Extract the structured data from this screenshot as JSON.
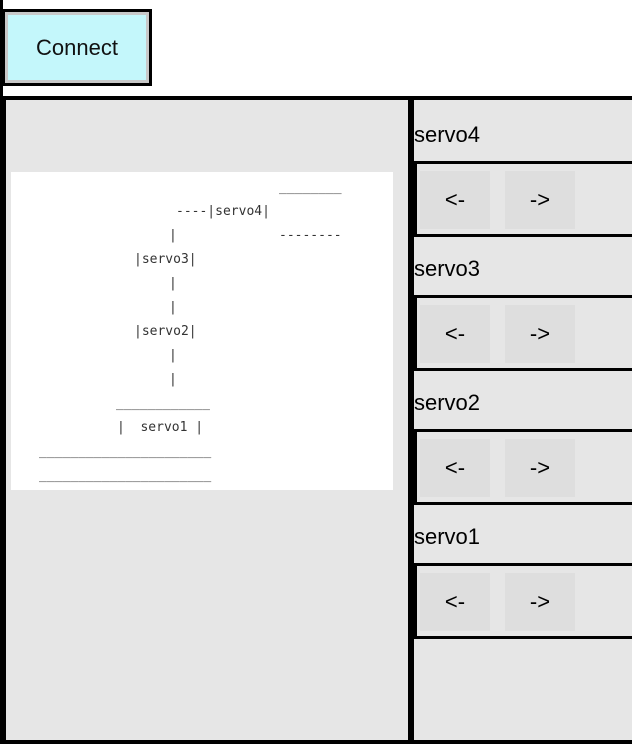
{
  "header": {
    "connect_label": "Connect"
  },
  "diagram": {
    "servo4_top_bar": "________",
    "servo4_line": "----|servo4|",
    "servo4_bottom_bar": "--------",
    "pipe": "|",
    "servo3_line": "|servo3|",
    "servo2_line": "|servo2|",
    "servo1_top_bar": "____________",
    "servo1_line": "|  servo1 |",
    "base_bar": "______________________"
  },
  "servos": [
    {
      "label": "servo4",
      "left_label": "<-",
      "right_label": "->"
    },
    {
      "label": "servo3",
      "left_label": "<-",
      "right_label": "->"
    },
    {
      "label": "servo2",
      "left_label": "<-",
      "right_label": "->"
    },
    {
      "label": "servo1",
      "left_label": "<-",
      "right_label": "->"
    }
  ]
}
